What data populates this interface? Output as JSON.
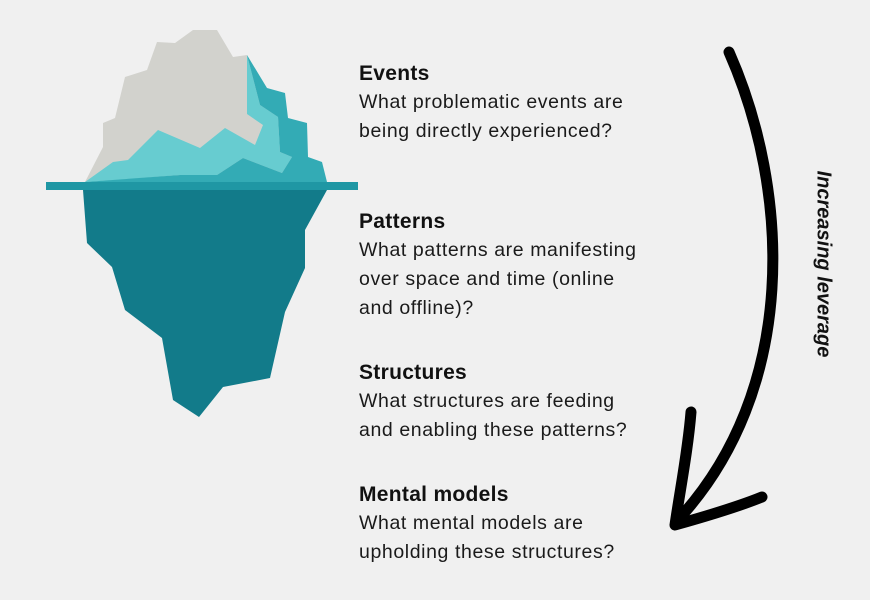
{
  "colors": {
    "background": "#f0f0f0",
    "ice_top": "#d2d2cd",
    "ice_light": "#67ccd0",
    "ice_mid": "#33abb5",
    "waterline": "#1f97a4",
    "underwater": "#127b8a",
    "arrow": "#000000"
  },
  "levels": [
    {
      "title": "Events",
      "lines": [
        "What problematic events are",
        "being directly experienced?"
      ]
    },
    {
      "title": "Patterns",
      "lines": [
        "What patterns are manifesting",
        "over space and time (online",
        "and offline)?"
      ]
    },
    {
      "title": "Structures",
      "lines": [
        "What structures are feeding",
        "and enabling these patterns?"
      ]
    },
    {
      "title": "Mental models",
      "lines": [
        "What mental models are",
        "upholding these structures?"
      ]
    }
  ],
  "arrow_label": "Increasing leverage"
}
